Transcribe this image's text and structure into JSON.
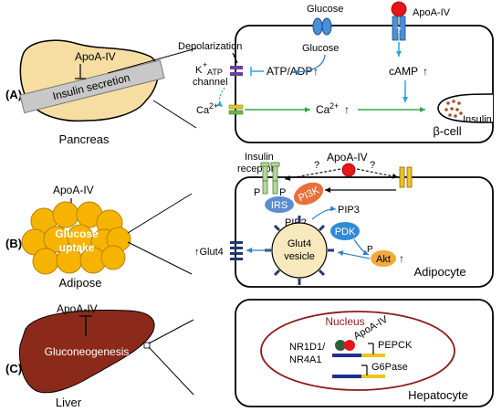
{
  "panel_a": {
    "label": "(A)",
    "organ_label": "Pancreas",
    "apoa4": "ApoA-IV",
    "insulin_secretion": "Insulin secretion",
    "depolarization": "Depolarization",
    "katp_k": "K",
    "katp_plus": "+",
    "katp_sub": "ATP",
    "channel": "channel",
    "glucose_out": "Glucose",
    "glucose_in": "Glucose",
    "apoa4_cell": "ApoA-IV",
    "receptor_q": "?",
    "atp_adp": "ATP/ADP",
    "up_arrow": "↑",
    "camp": "cAMP",
    "ca_in_base": "Ca",
    "ca_sup": "2+",
    "ca_cell_base": "Ca",
    "insulin": "Insulin",
    "cell_name": "β-cell"
  },
  "panel_b": {
    "label": "(B)",
    "apoa4": "ApoA-IV",
    "glucose": "Glucose",
    "uptake": "uptake",
    "organ_label": "Adipose",
    "insulin_receptor_1": "Insulin",
    "insulin_receptor_2": "receptor",
    "apoa4_cell": "ApoA-IV",
    "q_left": "?",
    "q_right": "?",
    "p_left": "P",
    "p_right": "P",
    "p_akt": "P",
    "irs": "IRS",
    "pi3k": "PI3K",
    "pip3": "PIP3",
    "pip2": "PIP2",
    "pdk": "PDK",
    "akt": "Akt",
    "glut4_up": "↑Glut4",
    "vesicle_1": "Glut4",
    "vesicle_2": "vesicle",
    "cell_name": "Adipocyte"
  },
  "panel_c": {
    "label": "(C)",
    "apoa4": "ApoA-IV",
    "gluconeogenesis": "Gluconeogenesis",
    "organ_label": "Liver",
    "nucleus": "Nucleus",
    "apoa4_nucleus": "ApoA-IV",
    "nr1d1": "NR1D1/",
    "nr4a1": "NR4A1",
    "pepck": "PEPCK",
    "g6pase": "G6Pase",
    "cell_name": "Hepatocyte"
  },
  "colors": {
    "pancreas": "#f6dea3",
    "adipose": "#f6b400",
    "liver": "#8b2a1a",
    "apoa4_ball": "#e8141b",
    "receptor_blue": "#4a90d9",
    "channel_purple": "#6a3fa0",
    "camp_arrow": "#2aa3e8",
    "ca_arrow": "#2fa84f",
    "irs": "#5b8fd0",
    "pi3k": "#e8703a",
    "pdk": "#2f8bd6",
    "akt": "#f2a93b",
    "vesicle": "#f7e9bd",
    "glut4_bar": "#1f3a73",
    "nucleus_outline": "#8b1a1a",
    "tf_green": "#2f5f3a",
    "gene_blue": "#1f2f8a",
    "gene_yellow": "#f2c21f"
  }
}
